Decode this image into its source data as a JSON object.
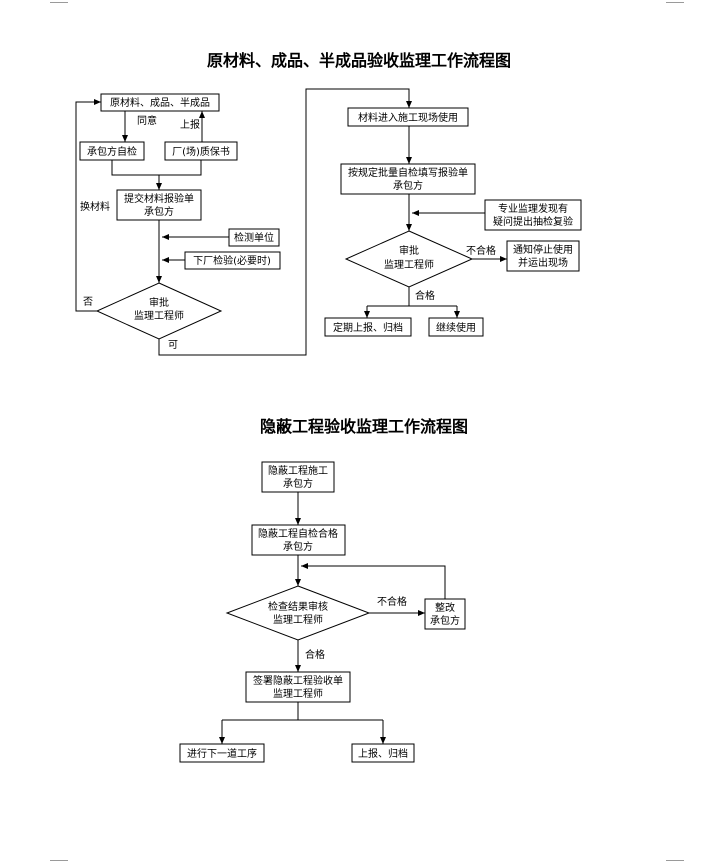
{
  "flow1": {
    "title": "原材料、成品、半成品验收监理工作流程图",
    "box_materials": "原材料、成品、半成品",
    "label_agree": "同意",
    "label_report": "上报",
    "box_self_check": "承包方自检",
    "box_quality_cert": "厂(场)质保书",
    "label_replace": "换材料",
    "box_submit_line1": "提交材料报验单",
    "box_submit_line2": "承包方",
    "box_test_unit": "检测单位",
    "box_factory_test": "下厂检验(必要时)",
    "diamond1_line1": "审批",
    "diamond1_line2": "监理工程师",
    "label_no": "否",
    "label_yes": "可",
    "box_enter_site": "材料进入施工现场使用",
    "box_batch_line1": "按规定批量自检填写报验单",
    "box_batch_line2": "承包方",
    "box_doubt_line1": "专业监理发现有",
    "box_doubt_line2": "疑问提出抽检复验",
    "diamond2_line1": "审批",
    "diamond2_line2": "监理工程师",
    "label_fail": "不合格",
    "box_stop_line1": "通知停止使用",
    "box_stop_line2": "并运出现场",
    "label_pass": "合格",
    "box_archive": "定期上报、归档",
    "box_continue": "继续使用"
  },
  "flow2": {
    "title": "隐蔽工程验收监理工作流程图",
    "box_construct_line1": "隐蔽工程施工",
    "box_construct_line2": "承包方",
    "box_selfcheck_line1": "隐蔽工程自检合格",
    "box_selfcheck_line2": "承包方",
    "diamond_line1": "检查结果审核",
    "diamond_line2": "监理工程师",
    "label_fail": "不合格",
    "box_rectify_line1": "整改",
    "box_rectify_line2": "承包方",
    "label_pass": "合格",
    "box_sign_line1": "签署隐蔽工程验收单",
    "box_sign_line2": "监理工程师",
    "box_next": "进行下一道工序",
    "box_report": "上报、归档"
  }
}
